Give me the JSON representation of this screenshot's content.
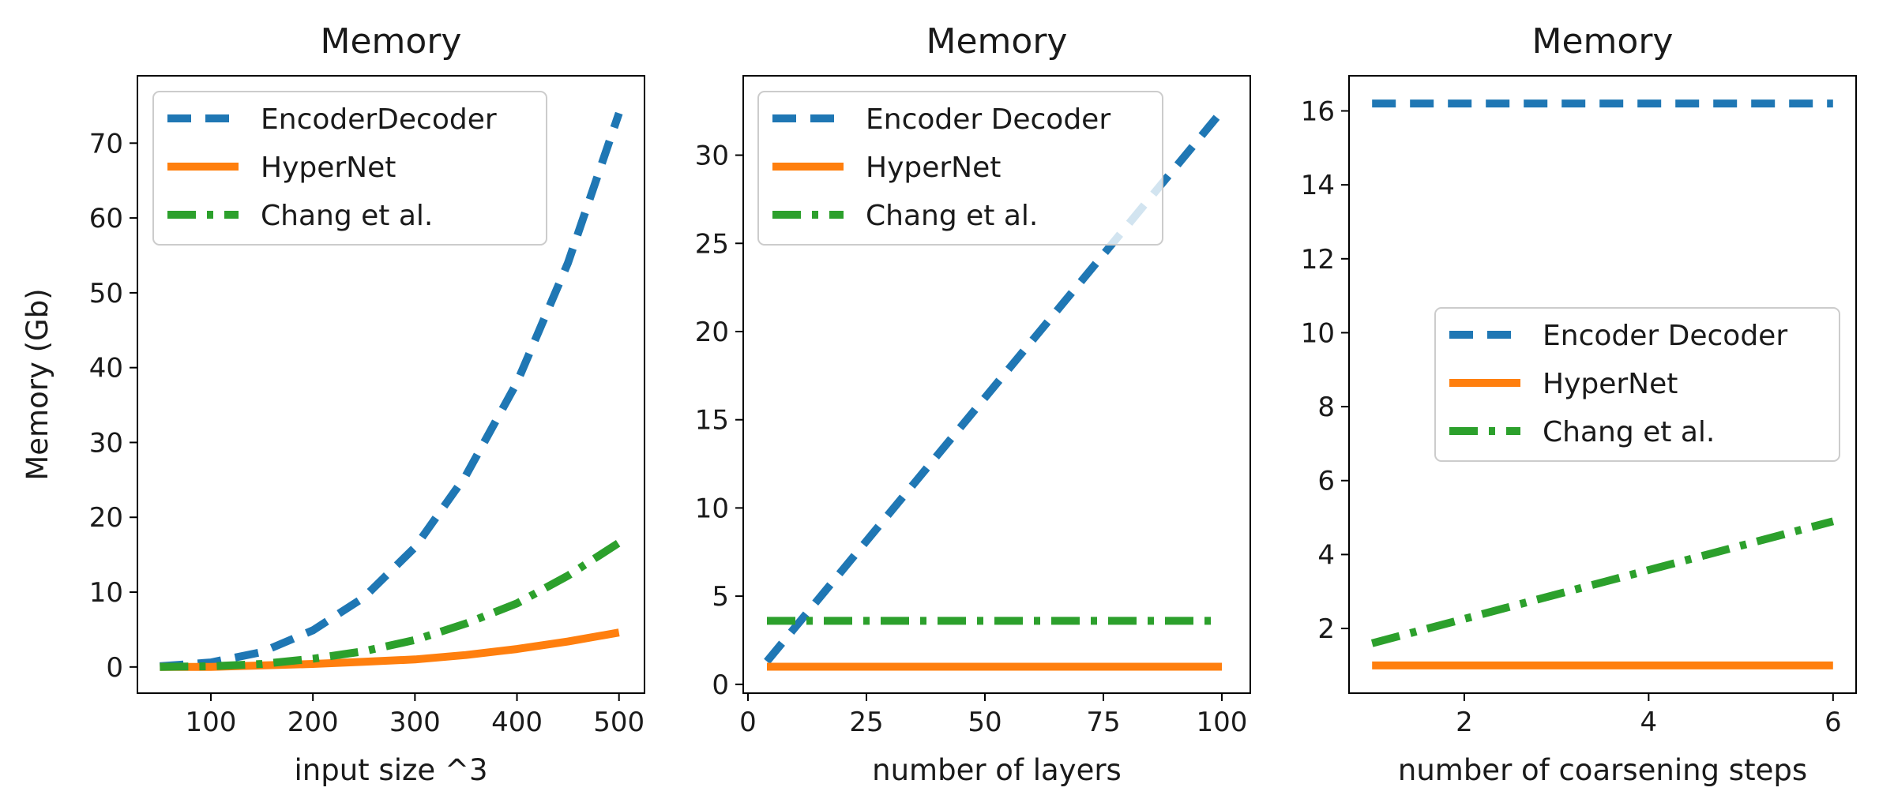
{
  "chart_data": [
    {
      "type": "line",
      "title": "Memory",
      "xlabel": "input size ^3",
      "ylabel": "Memory (Gb)",
      "xlim": [
        28,
        525
      ],
      "ylim": [
        -3.5,
        79
      ],
      "xticks": [
        "100",
        "200",
        "300",
        "400",
        "500"
      ],
      "yticks": [
        "0",
        "10",
        "20",
        "30",
        "40",
        "50",
        "60",
        "70"
      ],
      "legend": "top-left",
      "x": [
        50,
        100,
        150,
        200,
        250,
        300,
        350,
        400,
        450,
        500
      ],
      "series": [
        {
          "name": "EncoderDecoder",
          "style": "dashed",
          "color": "#1f77b4",
          "values": [
            0.1,
            0.6,
            2.0,
            4.9,
            9.3,
            16.0,
            25.6,
            38.0,
            54.0,
            74.0
          ]
        },
        {
          "name": "HyperNet",
          "style": "solid",
          "color": "#ff7f0e",
          "values": [
            0.0,
            0.0,
            0.2,
            0.4,
            0.7,
            1.0,
            1.6,
            2.4,
            3.4,
            4.6
          ]
        },
        {
          "name": "Chang et al.",
          "style": "dashdot",
          "color": "#2ca02c",
          "values": [
            0.0,
            0.1,
            0.4,
            1.1,
            2.1,
            3.6,
            5.8,
            8.5,
            12.2,
            16.6
          ]
        }
      ]
    },
    {
      "type": "line",
      "title": "Memory",
      "xlabel": "number of layers",
      "ylabel": "",
      "xlim": [
        -1,
        106
      ],
      "ylim": [
        -0.5,
        34.5
      ],
      "xticks": [
        "0",
        "25",
        "50",
        "75",
        "100"
      ],
      "yticks": [
        "0",
        "5",
        "10",
        "15",
        "20",
        "25",
        "30"
      ],
      "legend": "top-left",
      "x": [
        4,
        100
      ],
      "series": [
        {
          "name": "Encoder Decoder",
          "style": "dashed",
          "color": "#1f77b4",
          "values": [
            1.3,
            32.5
          ]
        },
        {
          "name": "HyperNet",
          "style": "solid",
          "color": "#ff7f0e",
          "values": [
            1.0,
            1.0
          ]
        },
        {
          "name": "Chang et al.",
          "style": "dashdot",
          "color": "#2ca02c",
          "values": [
            3.6,
            3.6
          ]
        }
      ]
    },
    {
      "type": "line",
      "title": "Memory",
      "xlabel": "number of coarsening steps",
      "ylabel": "",
      "xlim": [
        0.75,
        6.25
      ],
      "ylim": [
        0.25,
        16.95
      ],
      "xticks": [
        "2",
        "4",
        "6"
      ],
      "yticks": [
        "2",
        "4",
        "6",
        "8",
        "10",
        "12",
        "14",
        "16"
      ],
      "legend": "center-right",
      "x": [
        1,
        2,
        3,
        4,
        5,
        6
      ],
      "series": [
        {
          "name": "Encoder Decoder",
          "style": "dashed",
          "color": "#1f77b4",
          "values": [
            16.2,
            16.2,
            16.2,
            16.2,
            16.2,
            16.2
          ]
        },
        {
          "name": "HyperNet",
          "style": "solid",
          "color": "#ff7f0e",
          "values": [
            1.0,
            1.0,
            1.0,
            1.0,
            1.0,
            1.0
          ]
        },
        {
          "name": "Chang et al.",
          "style": "dashdot",
          "color": "#2ca02c",
          "values": [
            1.6,
            2.26,
            2.92,
            3.58,
            4.24,
            4.9
          ]
        }
      ]
    }
  ]
}
